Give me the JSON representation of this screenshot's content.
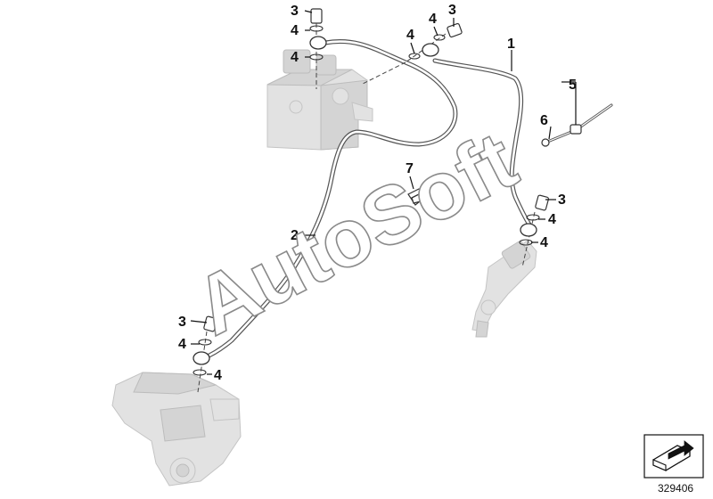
{
  "diagram": {
    "callouts": [
      {
        "id": "c3a",
        "label": "3"
      },
      {
        "id": "c4a",
        "label": "4"
      },
      {
        "id": "c4b",
        "label": "4"
      },
      {
        "id": "c4c",
        "label": "4"
      },
      {
        "id": "c4d",
        "label": "4"
      },
      {
        "id": "c3b",
        "label": "3"
      },
      {
        "id": "c1",
        "label": "1"
      },
      {
        "id": "c5",
        "label": "5"
      },
      {
        "id": "c6",
        "label": "6"
      },
      {
        "id": "c7",
        "label": "7"
      },
      {
        "id": "c2",
        "label": "2"
      },
      {
        "id": "c3c",
        "label": "3"
      },
      {
        "id": "c4e",
        "label": "4"
      },
      {
        "id": "c4f",
        "label": "4"
      },
      {
        "id": "c3d",
        "label": "3"
      },
      {
        "id": "c4g",
        "label": "4"
      },
      {
        "id": "c4h",
        "label": "4"
      }
    ],
    "watermark": "AutoSoft",
    "reference_number": "329406",
    "icons": {
      "reference_box": "angled-arrow-icon"
    }
  }
}
